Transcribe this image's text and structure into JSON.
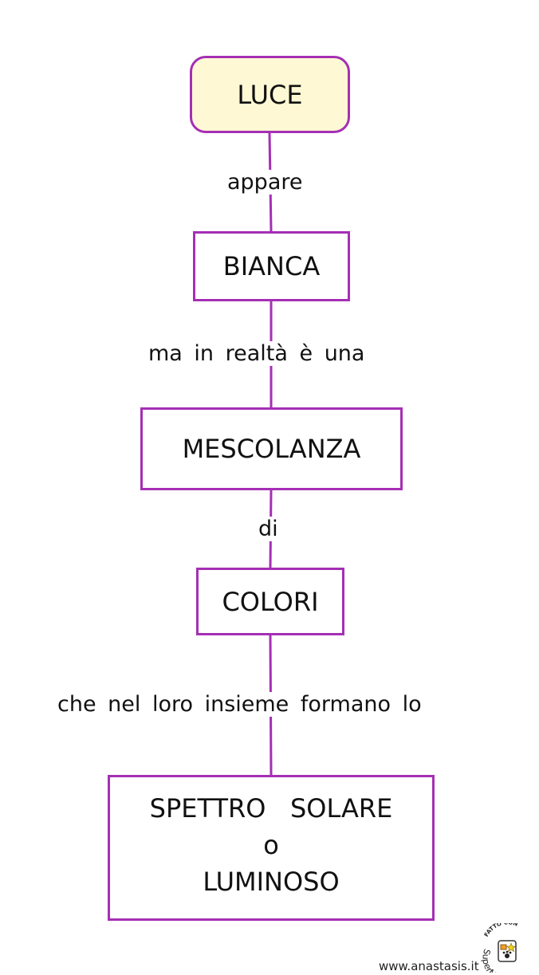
{
  "diagram": {
    "nodes": [
      {
        "id": "luce",
        "label": "LUCE"
      },
      {
        "id": "bianca",
        "label": "BIANCA"
      },
      {
        "id": "mescolanza",
        "label": "MESCOLANZA"
      },
      {
        "id": "colori",
        "label": "COLORI"
      },
      {
        "id": "spettro",
        "lines": [
          "SPETTRO   SOLARE",
          "o",
          "LUMINOSO"
        ]
      }
    ],
    "edges": [
      {
        "from": "luce",
        "to": "bianca",
        "label": "appare"
      },
      {
        "from": "bianca",
        "to": "mescolanza",
        "label": "ma in realtà è una"
      },
      {
        "from": "mescolanza",
        "to": "colori",
        "label": "di"
      },
      {
        "from": "colori",
        "to": "spettro",
        "label": "che nel loro insieme formano lo"
      }
    ]
  },
  "colors": {
    "node_border": "#a52fb5",
    "root_fill": "#fef9d4",
    "connector": "#a52fb5"
  },
  "footer": {
    "website": "www.anastasis.it",
    "badge_text_top": "FATTO CON",
    "badge_text_bottom": "SuperMappe"
  }
}
